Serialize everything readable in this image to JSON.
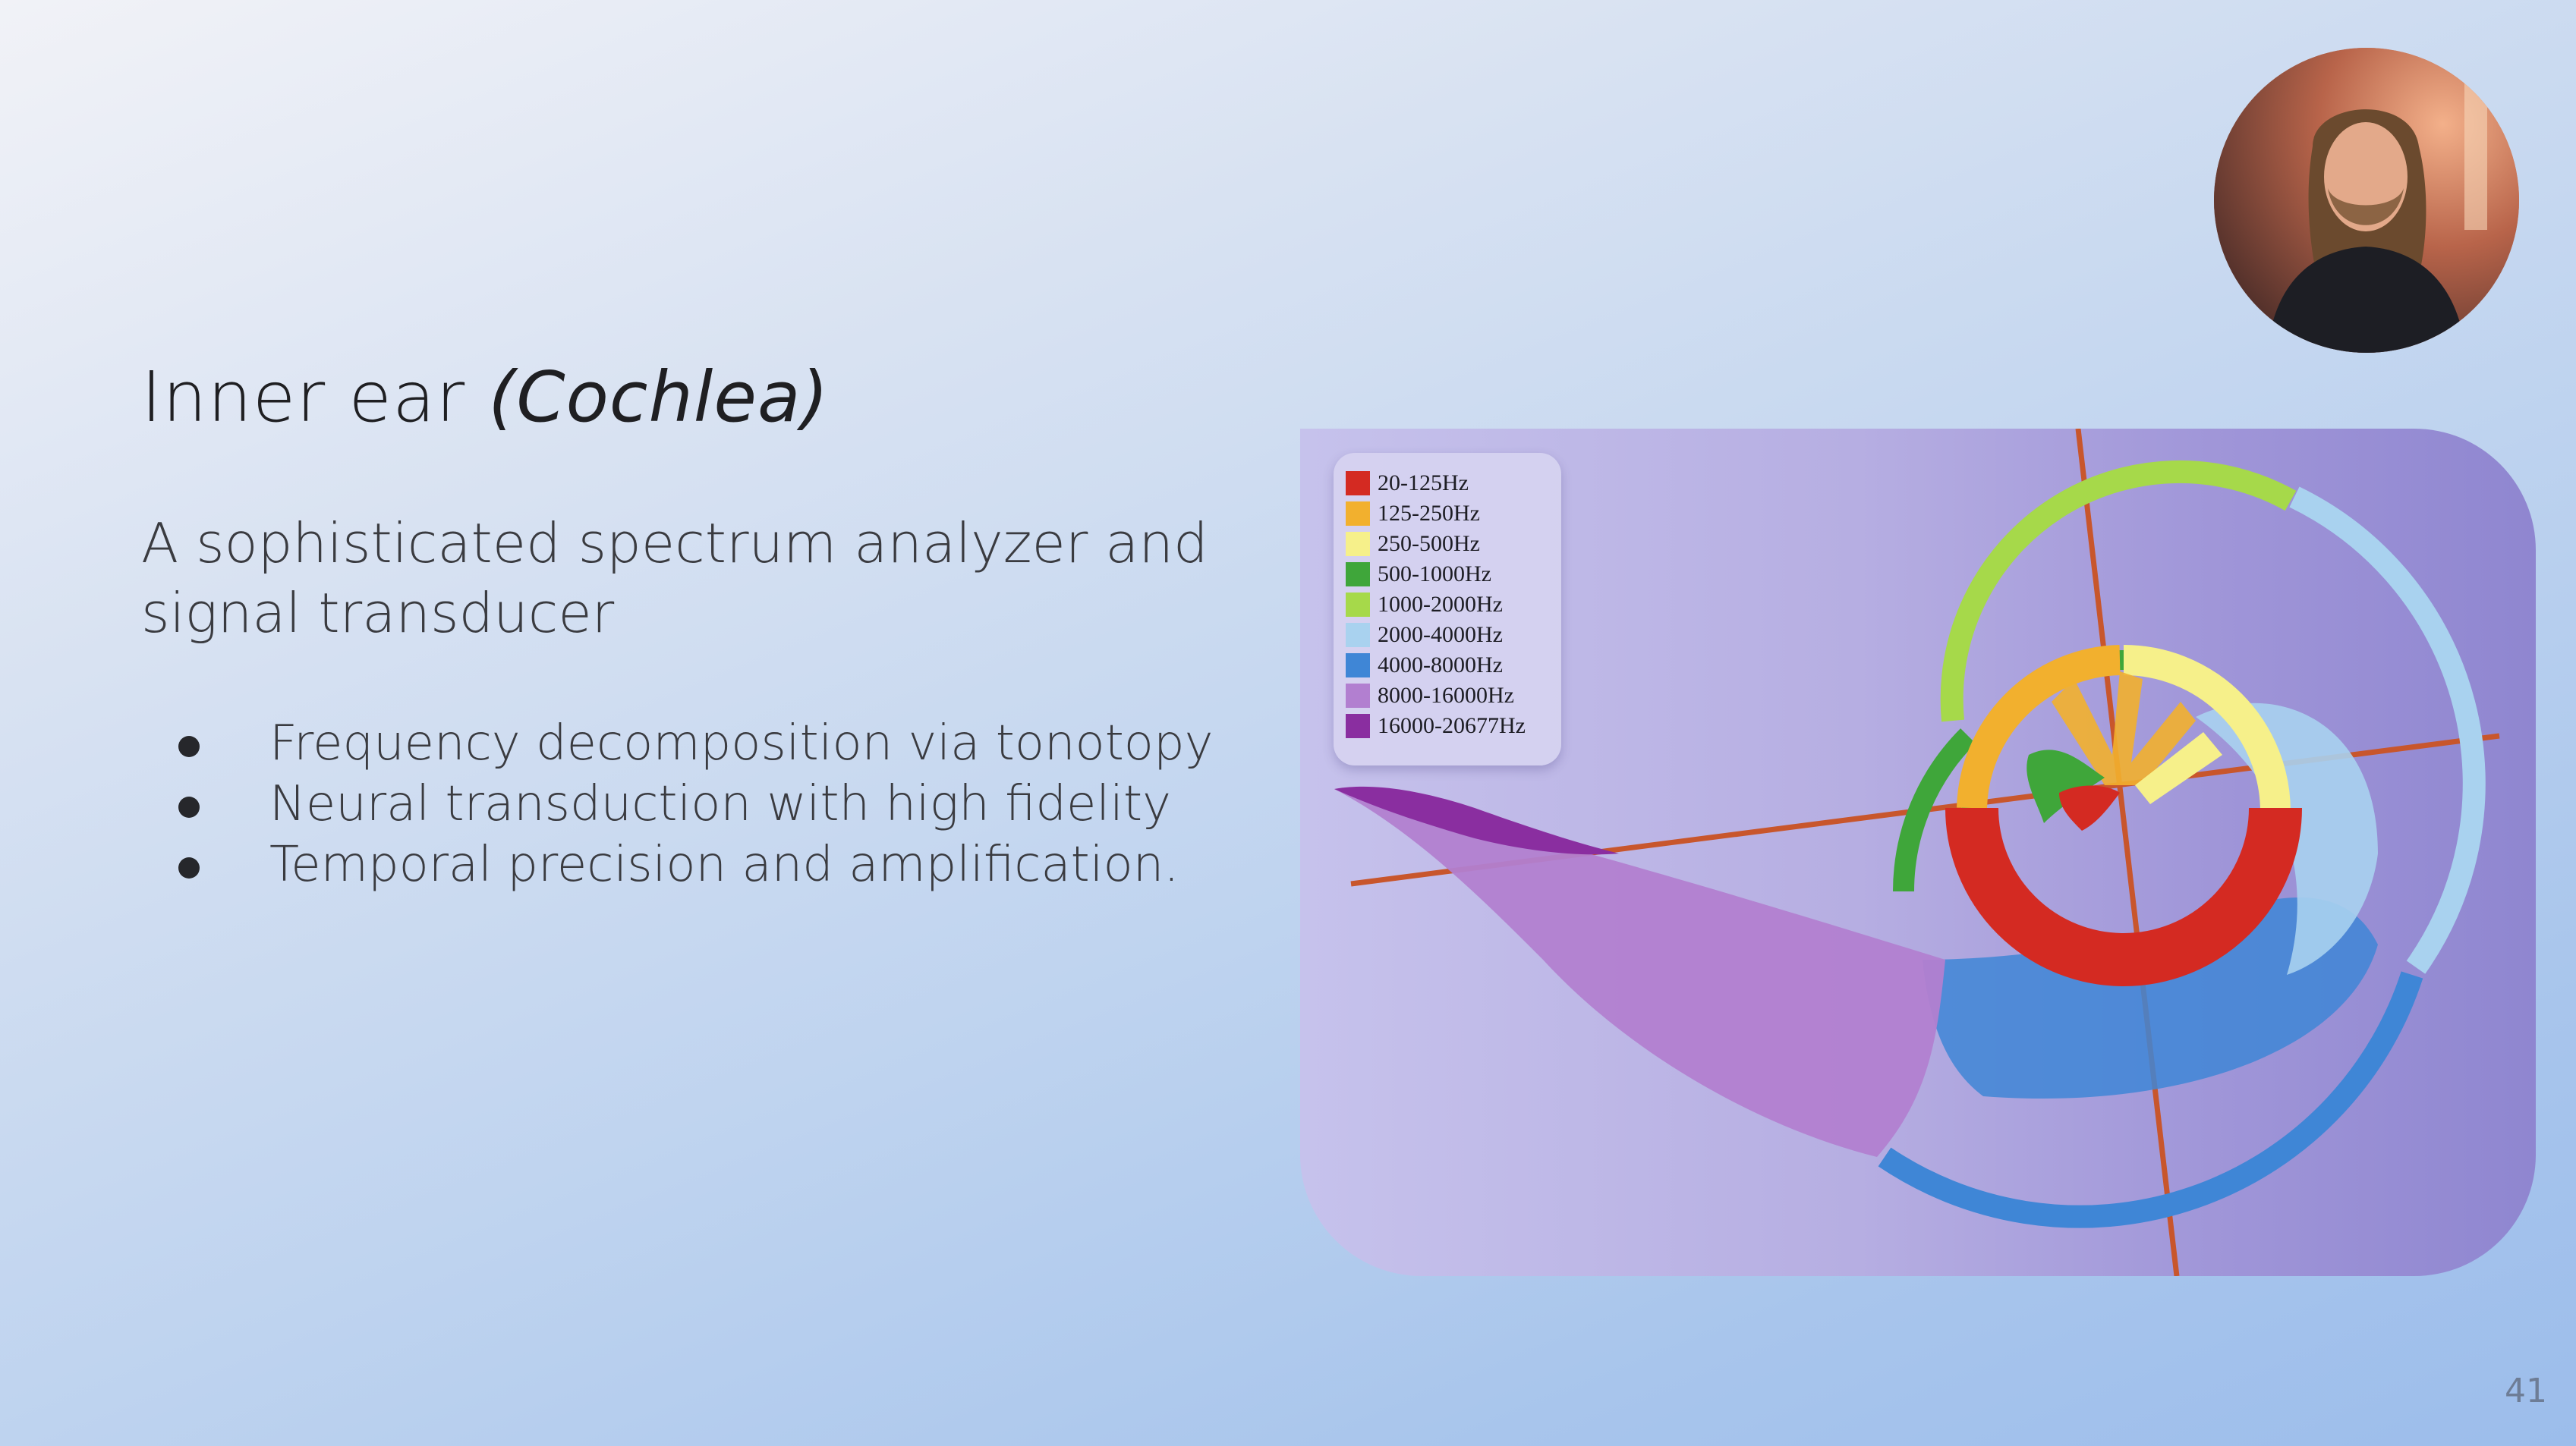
{
  "slide": {
    "title_main": "Inner ear",
    "title_italic": "(Cochlea)",
    "subtitle": "A sophisticated spectrum analyzer and signal transducer",
    "bullets": [
      "Frequency decomposition via tonotopy",
      "Neural transduction with high fidelity",
      "Temporal precision and amplification."
    ],
    "page_number": "41"
  },
  "figure": {
    "legend": [
      {
        "label": "20-125Hz",
        "color": "#d42a22"
      },
      {
        "label": "125-250Hz",
        "color": "#f2b02e"
      },
      {
        "label": "250-500Hz",
        "color": "#f6f08a"
      },
      {
        "label": "500-1000Hz",
        "color": "#3fa63a"
      },
      {
        "label": "1000-2000Hz",
        "color": "#a6d94a"
      },
      {
        "label": "2000-4000Hz",
        "color": "#a9d2ef"
      },
      {
        "label": "4000-8000Hz",
        "color": "#3f86d6"
      },
      {
        "label": "8000-16000Hz",
        "color": "#b27fd0"
      },
      {
        "label": "16000-20677Hz",
        "color": "#8a2ea0"
      }
    ]
  },
  "webcam": {
    "icon": "person-video-feed"
  }
}
